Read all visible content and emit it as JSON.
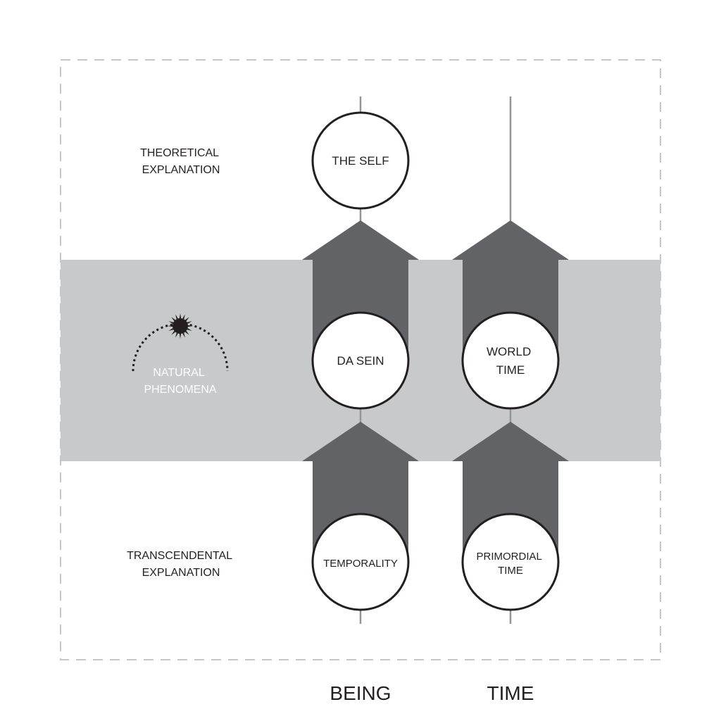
{
  "side_labels": {
    "theoretical": [
      "THEORETICAL",
      "EXPLANATION"
    ],
    "natural": [
      "NATURAL",
      "PHENOMENA"
    ],
    "transcendental": [
      "TRANSCENDENTAL",
      "EXPLANATION"
    ]
  },
  "nodes": {
    "the_self": [
      "THE SELF"
    ],
    "da_sein": [
      "DA SEIN"
    ],
    "world_time": [
      "WORLD",
      "TIME"
    ],
    "temporality": [
      "TEMPORALITY"
    ],
    "primordial_time": [
      "PRIMORDIAL",
      "TIME"
    ]
  },
  "columns": {
    "being": "BEING",
    "time": "TIME"
  },
  "colors": {
    "band": "#c8c9cb",
    "arrow": "#626366",
    "line": "#939598",
    "stroke": "#231f20",
    "border_dash": "#b3b3b3"
  },
  "icons": {
    "sun": "sun-icon"
  }
}
